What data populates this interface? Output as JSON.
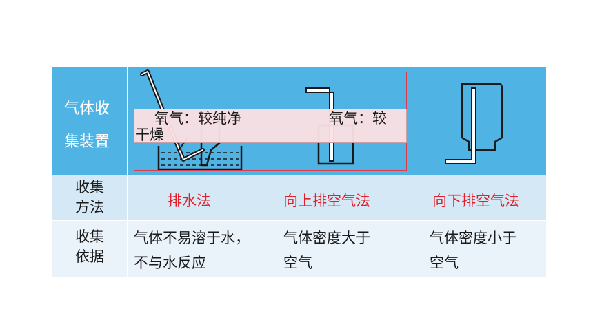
{
  "table": {
    "row1_label_line1": "气体收",
    "row1_label_line2": "集装置",
    "row2_label_line1": "收集",
    "row2_label_line2": "方法",
    "row3_label_line1": "收集",
    "row3_label_line2": "依据",
    "methods": [
      "排水法",
      "向上排空气法",
      "向下排空气法"
    ],
    "basis": [
      {
        "line1": "气体不易溶于水，",
        "line2": "不与水反应"
      },
      {
        "line1": "气体密度大于",
        "line2": "空气"
      },
      {
        "line1": "气体密度小于",
        "line2": "空气"
      }
    ]
  },
  "overlay": {
    "text1": "氧气：较纯净",
    "text2": "氧气：较",
    "text3": "干燥"
  },
  "colors": {
    "header": "#4fb3e3",
    "row2": "#d5e8f5",
    "row3": "#eaf3fa",
    "method_text": "#e0202a",
    "overlay_border": "#e03a4a"
  },
  "icons": [
    "water-displacement-apparatus-icon",
    "upward-air-displacement-icon",
    "downward-air-displacement-icon"
  ]
}
